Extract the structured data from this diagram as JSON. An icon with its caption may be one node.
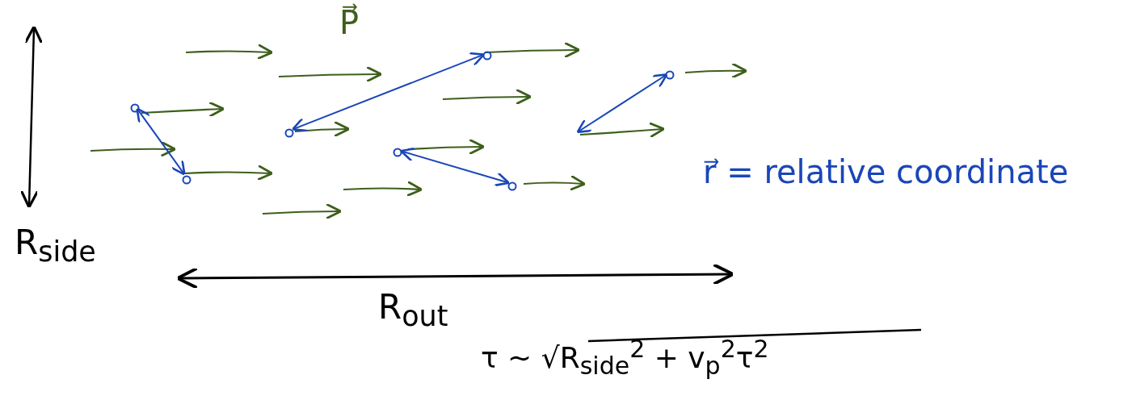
{
  "diagram": {
    "nodes": [
      {
        "text": [],
        "shape": "circle"
      },
      {
        "text": [],
        "shape": "circle"
      },
      {
        "text": [],
        "shape": "circle"
      },
      {
        "text": [],
        "shape": "circle"
      },
      {
        "text": [],
        "shape": "circle"
      },
      {
        "text": [],
        "shape": "circle"
      },
      {
        "text": [],
        "shape": "circle"
      }
    ],
    "edges": [
      {
        "from": 0,
        "to": 1,
        "arrow": "both"
      },
      {
        "from": 2,
        "to": 4,
        "arrow": "both"
      },
      {
        "from": 3,
        "to": 5,
        "arrow": "both"
      },
      {
        "from": 6,
        "to": null,
        "arrow": "both"
      }
    ],
    "labels": [
      "P⃗",
      "R$_{side}$",
      "R$_{out}$",
      "r⃗ = relative coordinate",
      "τ ∼ √R$_{side}$$^{2}$ + v$_{p}$$^{2}$τ$^{2}$"
    ]
  }
}
